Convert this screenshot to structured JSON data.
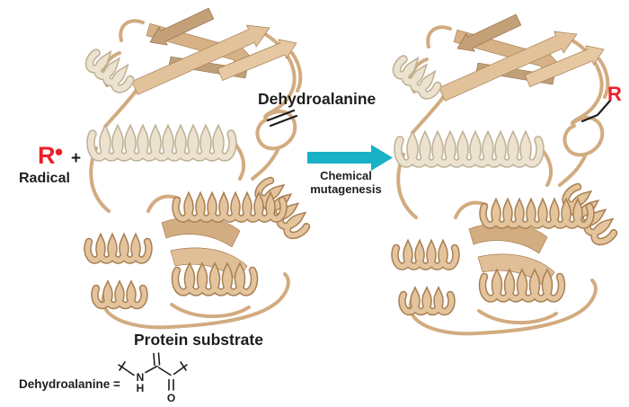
{
  "figure": {
    "background": "#ffffff",
    "labels": {
      "dehydroalanine": "Dehydroalanine",
      "radical_symbol": "R",
      "radical_dot": "•",
      "plus_sign": "+",
      "radical_caption": "Radical",
      "arrow_caption_line1": "Chemical",
      "arrow_caption_line2": "mutagenesis",
      "protein_caption": "Protein substrate",
      "formula_label": "Dehydroalanine =",
      "product_r_label": "R"
    },
    "formula": {
      "n": "N",
      "h": "H",
      "o": "O"
    },
    "colors": {
      "radical_red": "#ec1f27",
      "arrow_teal": "#18b1c6",
      "ribbon_tan": "#dcb68c",
      "ribbon_cream": "#ece2cf",
      "text_black": "#1e1e1e"
    }
  }
}
